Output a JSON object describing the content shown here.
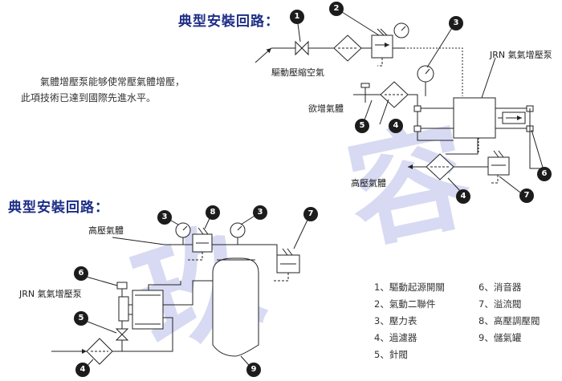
{
  "title_top": "典型安裝回路：",
  "title_bottom": "典型安裝回路：",
  "description_lines": [
    "氣體增壓泵能够使常壓氣體增壓，",
    "此項技術已達到國際先進水平。"
  ],
  "labels": {
    "drive_air": "驅動壓縮空氣",
    "gas_to_boost": "欲增氣體",
    "high_pressure_gas_top": "高壓氣體",
    "pump_top": "JRN 氣氣增壓泵",
    "high_pressure_gas_bottom": "高壓氣體",
    "pump_bottom": "JRN 氣氣增壓泵"
  },
  "watermark": [
    "玖",
    "容"
  ],
  "legend": [
    "1、驅動起源開關",
    "2、氣動二聯件",
    "3、壓力表",
    "4、過濾器",
    "5、針閥",
    "6、消音器",
    "7、溢流閥",
    "8、高壓調壓閥",
    "9、儲氣罐"
  ],
  "callouts": {
    "t1": "1",
    "t2": "2",
    "t3": "3",
    "t4": "4",
    "t5": "5",
    "t6": "6",
    "t7": "7",
    "b3a": "3",
    "b8": "8",
    "b3b": "3",
    "b7": "7",
    "b6": "6",
    "b5": "5",
    "b4": "4",
    "b9": "9"
  }
}
